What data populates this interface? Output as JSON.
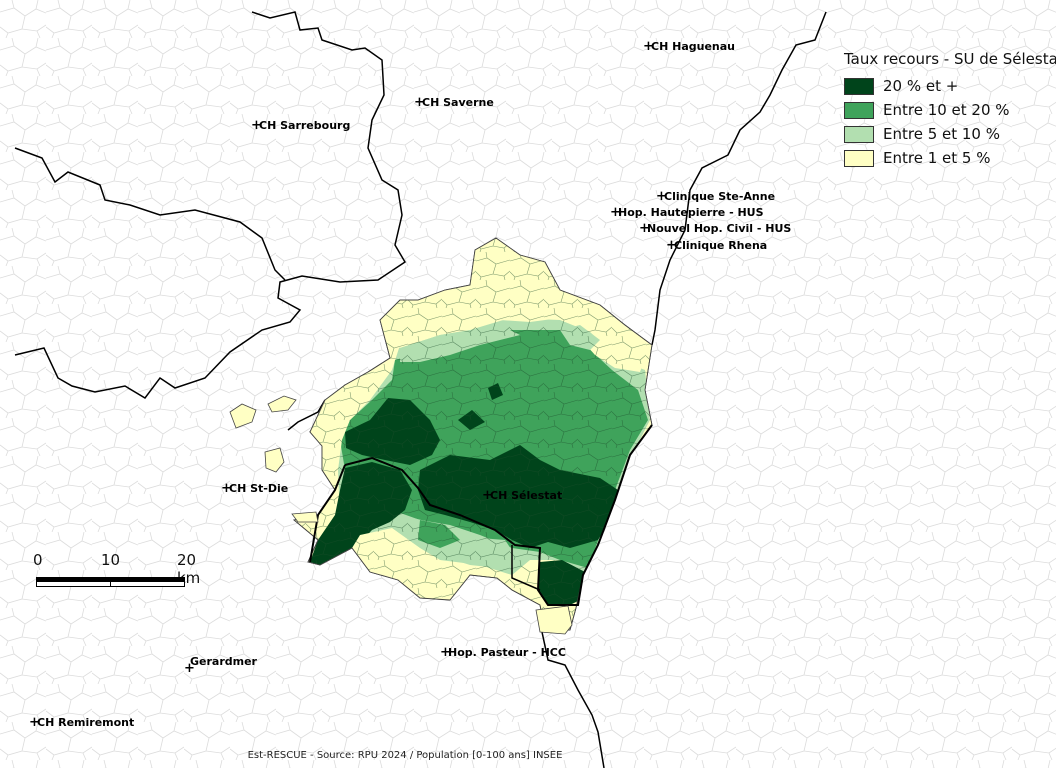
{
  "legend": {
    "title": "Taux recours - SU de Sélestat",
    "items": [
      {
        "label": "20 % et +",
        "color": "#00441b"
      },
      {
        "label": "Entre 10 et 20 %",
        "color": "#3fa35b"
      },
      {
        "label": "Entre 5 et 10 %",
        "color": "#b2dfb0"
      },
      {
        "label": "Entre 1 et 5 %",
        "color": "#ffffc4"
      }
    ]
  },
  "scale_bar": {
    "labels": [
      "0",
      "10",
      "20 km"
    ]
  },
  "hospitals": [
    {
      "id": "haguenau",
      "label": "CH Haguenau"
    },
    {
      "id": "saverne",
      "label": "CH Saverne"
    },
    {
      "id": "sarrebourg",
      "label": "CH Sarrebourg"
    },
    {
      "id": "ste-anne",
      "label": "Clinique Ste-Anne"
    },
    {
      "id": "hautepierre",
      "label": "Hop. Hautepierre - HUS"
    },
    {
      "id": "nouvel-hop",
      "label": "Nouvel Hop. Civil - HUS"
    },
    {
      "id": "rhena",
      "label": "Clinique Rhena"
    },
    {
      "id": "st-die",
      "label": "CH St-Die"
    },
    {
      "id": "selestat",
      "label": "CH Sélestat"
    },
    {
      "id": "pasteur",
      "label": "Hop. Pasteur - HCC"
    },
    {
      "id": "gerardmer",
      "label": "Gerardmer"
    },
    {
      "id": "remiremont",
      "label": "CH Remiremont"
    }
  ],
  "source": "Est-RESCUE - Source: RPU 2024 / Population [0-100 ans] INSEE"
}
